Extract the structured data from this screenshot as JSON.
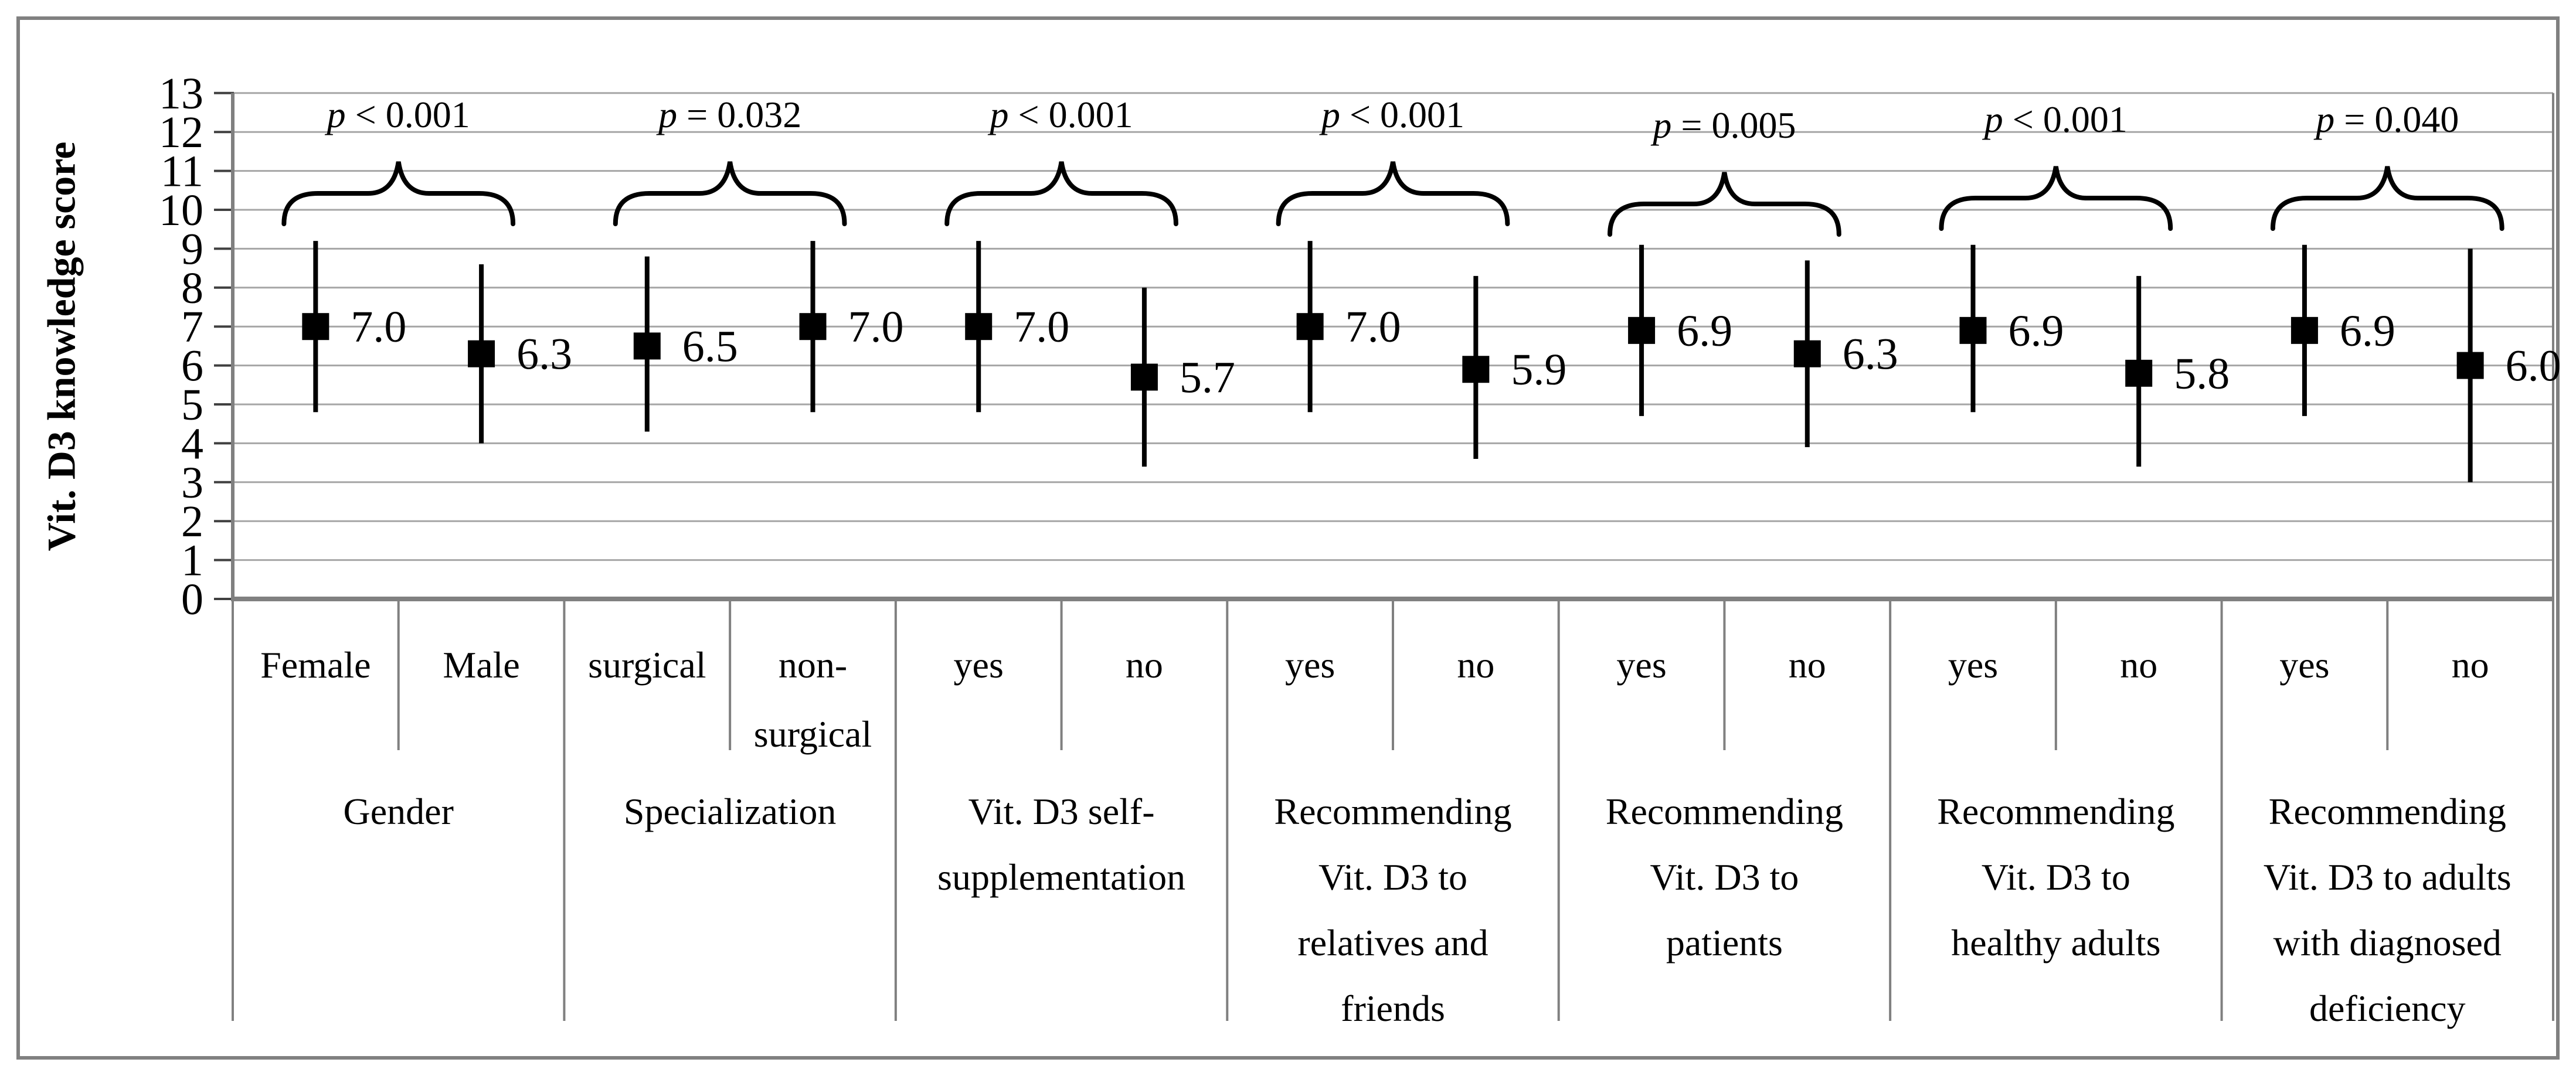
{
  "chart_data": {
    "type": "scatter",
    "title": "",
    "ylabel": "Vit. D3 knowledge score",
    "xlabel": "",
    "ylim": [
      0,
      13
    ],
    "y_ticks": [
      "0",
      "1",
      "2",
      "3",
      "4",
      "5",
      "6",
      "7",
      "8",
      "9",
      "10",
      "11",
      "12",
      "13"
    ],
    "grid": "horizontal",
    "legend": "none",
    "marker_style": "filled-black-square-with-vertical-error-bars",
    "groups": [
      {
        "label": "Gender",
        "label_lines": [
          "Gender"
        ],
        "p_value": "p < 0.001",
        "brace_offset": 0,
        "points": [
          {
            "category": "Female",
            "category_lines": [
              "Female"
            ],
            "mean": 7.0,
            "value_label": "7.0",
            "err_low": 4.8,
            "err_high": 9.2
          },
          {
            "category": "Male",
            "category_lines": [
              "Male"
            ],
            "mean": 6.3,
            "value_label": "6.3",
            "err_low": 4.0,
            "err_high": 8.6
          }
        ]
      },
      {
        "label": "Specialization",
        "label_lines": [
          "Specialization"
        ],
        "p_value": "p = 0.032",
        "brace_offset": 0,
        "points": [
          {
            "category": "surgical",
            "category_lines": [
              "surgical"
            ],
            "mean": 6.5,
            "value_label": "6.5",
            "err_low": 4.3,
            "err_high": 8.8
          },
          {
            "category": "non-surgical",
            "category_lines": [
              "non-",
              "surgical"
            ],
            "mean": 7.0,
            "value_label": "7.0",
            "err_low": 4.8,
            "err_high": 9.2
          }
        ]
      },
      {
        "label": "Vit. D3 self-supplementation",
        "label_lines": [
          "Vit. D3 self-",
          "supplementation"
        ],
        "p_value": "p < 0.001",
        "brace_offset": 0,
        "points": [
          {
            "category": "yes",
            "category_lines": [
              "yes"
            ],
            "mean": 7.0,
            "value_label": "7.0",
            "err_low": 4.8,
            "err_high": 9.2
          },
          {
            "category": "no",
            "category_lines": [
              "no"
            ],
            "mean": 5.7,
            "value_label": "5.7",
            "err_low": 3.4,
            "err_high": 8.0
          }
        ]
      },
      {
        "label": "Recommending Vit. D3 to relatives and friends",
        "label_lines": [
          "Recommending",
          "Vit. D3 to",
          "relatives and",
          "friends"
        ],
        "p_value": "p < 0.001",
        "brace_offset": 0,
        "points": [
          {
            "category": "yes",
            "category_lines": [
              "yes"
            ],
            "mean": 7.0,
            "value_label": "7.0",
            "err_low": 4.8,
            "err_high": 9.2
          },
          {
            "category": "no",
            "category_lines": [
              "no"
            ],
            "mean": 5.9,
            "value_label": "5.9",
            "err_low": 3.6,
            "err_high": 8.3
          }
        ]
      },
      {
        "label": "Recommending Vit. D3 to patients",
        "label_lines": [
          "Recommending",
          "Vit. D3 to",
          "patients"
        ],
        "p_value": "p = 0.005",
        "brace_offset": 18,
        "points": [
          {
            "category": "yes",
            "category_lines": [
              "yes"
            ],
            "mean": 6.9,
            "value_label": "6.9",
            "err_low": 4.7,
            "err_high": 9.1
          },
          {
            "category": "no",
            "category_lines": [
              "no"
            ],
            "mean": 6.3,
            "value_label": "6.3",
            "err_low": 3.9,
            "err_high": 8.7
          }
        ]
      },
      {
        "label": "Recommending Vit. D3 to healthy adults",
        "label_lines": [
          "Recommending",
          "Vit. D3 to",
          "healthy adults"
        ],
        "p_value": "p < 0.001",
        "brace_offset": 8,
        "points": [
          {
            "category": "yes",
            "category_lines": [
              "yes"
            ],
            "mean": 6.9,
            "value_label": "6.9",
            "err_low": 4.8,
            "err_high": 9.1
          },
          {
            "category": "no",
            "category_lines": [
              "no"
            ],
            "mean": 5.8,
            "value_label": "5.8",
            "err_low": 3.4,
            "err_high": 8.3
          }
        ]
      },
      {
        "label": "Recommending Vit. D3 to adults with diagnosed deficiency",
        "label_lines": [
          "Recommending",
          "Vit. D3 to adults",
          "with diagnosed",
          "deficiency"
        ],
        "p_value": "p = 0.040",
        "brace_offset": 8,
        "points": [
          {
            "category": "yes",
            "category_lines": [
              "yes"
            ],
            "mean": 6.9,
            "value_label": "6.9",
            "err_low": 4.7,
            "err_high": 9.1
          },
          {
            "category": "no",
            "category_lines": [
              "no"
            ],
            "mean": 6.0,
            "value_label": "6.0",
            "err_low": 3.0,
            "err_high": 9.0
          }
        ]
      }
    ]
  },
  "style": {
    "gridline_color": "#a6a6a6",
    "axis_color": "#808080",
    "tick_color": "#404040",
    "data_color": "#000000",
    "border_color": "#808080",
    "background": "#ffffff"
  }
}
